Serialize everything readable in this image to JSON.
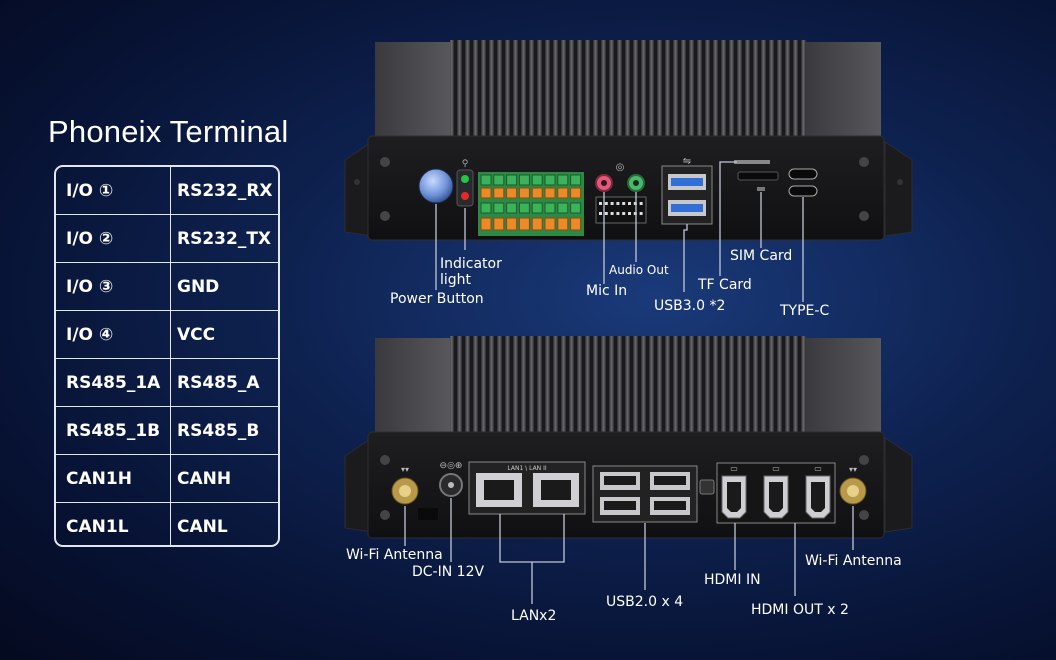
{
  "title": "Phoneix Terminal",
  "pin_table": [
    {
      "left": "I/O ①",
      "right": "RS232_RX"
    },
    {
      "left": "I/O ②",
      "right": "RS232_TX"
    },
    {
      "left": "I/O ③",
      "right": "GND"
    },
    {
      "left": "I/O ④",
      "right": "VCC"
    },
    {
      "left": "RS485_1A",
      "right": "RS485_A"
    },
    {
      "left": "RS485_1B",
      "right": "RS485_B"
    },
    {
      "left": "CAN1H",
      "right": "CANH"
    },
    {
      "left": "CAN1L",
      "right": "CANL"
    }
  ],
  "top_panel_labels": {
    "indicator_light": "Indicator\nlight",
    "power_button": "Power Button",
    "mic_in": "Mic In",
    "audio_out": "Audio Out",
    "usb30": "USB3.0 *2",
    "tf_card": "TF Card",
    "sim_card": "SIM Card",
    "type_c": "TYPE-C"
  },
  "bottom_panel_labels": {
    "wifi_antenna_left": "Wi-Fi Antenna",
    "dc_in": "DC-IN 12V",
    "lan": "LANx2",
    "usb20": "USB2.0 x 4",
    "hdmi_in": "HDMI IN",
    "hdmi_out": "HDMI OUT x 2",
    "wifi_antenna_right": "Wi-Fi Antenna",
    "lan_port_labels": "LAN1 \\ LAN II"
  },
  "colors": {
    "led_green": "#22c44a",
    "led_red": "#e12a2a",
    "terminal_green": "#3cb35a",
    "terminal_orange": "#ec8a2a",
    "usb3_blue": "#2f6fd6",
    "audio_pink": "#e4587a",
    "audio_green": "#48b86a",
    "power_button_blue": "#6f93d8"
  }
}
